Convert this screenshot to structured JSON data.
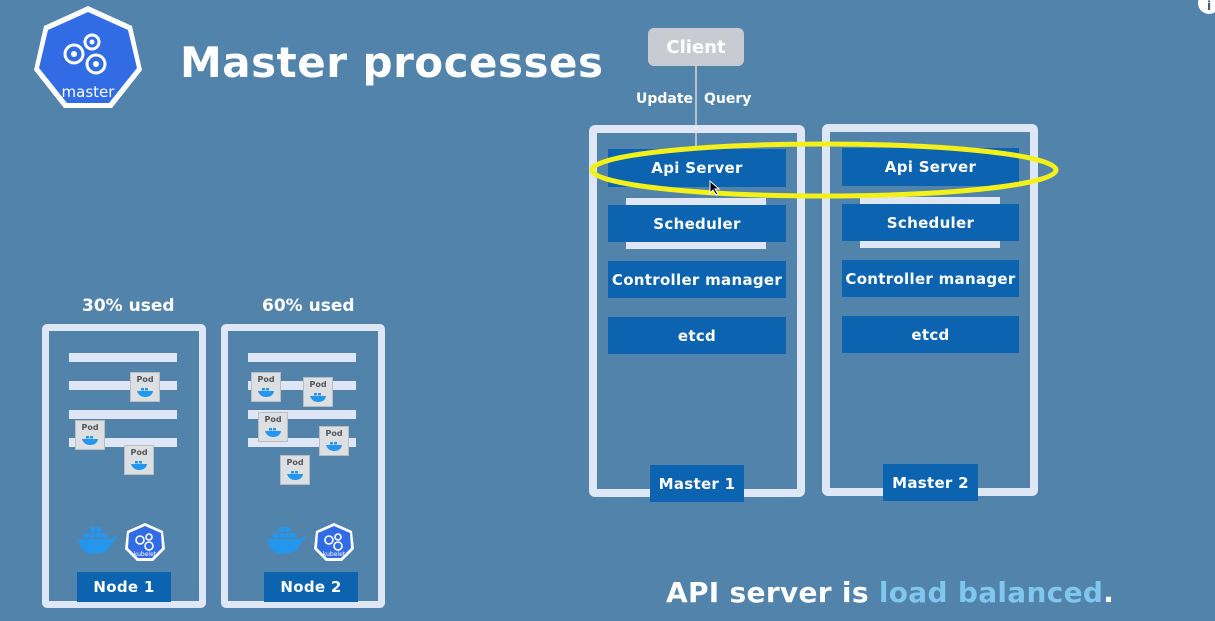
{
  "title": "Master processes",
  "logo_label": "master",
  "client": "Client",
  "arrow_labels": {
    "update": "Update",
    "query": "Query"
  },
  "masters": [
    {
      "name": "Master 1",
      "components": [
        "Api Server",
        "Scheduler",
        "Controller manager",
        "etcd"
      ]
    },
    {
      "name": "Master 2",
      "components": [
        "Api Server",
        "Scheduler",
        "Controller manager",
        "etcd"
      ]
    }
  ],
  "nodes": [
    {
      "name": "Node 1",
      "usage": "30% used",
      "kubelet": "kubelet"
    },
    {
      "name": "Node 2",
      "usage": "60% used",
      "kubelet": "kubelet"
    }
  ],
  "pod_label": "Pod",
  "caption": {
    "prefix": "API server is ",
    "highlight": "load balanced",
    "suffix": "."
  },
  "colors": {
    "background": "#5283ab",
    "block": "#0c64b1",
    "frame": "#dfe6f5",
    "highlight_ellipse": "#f4f01a",
    "caption_highlight": "#7fc7ef"
  },
  "icons": [
    "kubernetes-master-icon",
    "docker-whale-icon",
    "kubelet-icon",
    "info-icon"
  ]
}
